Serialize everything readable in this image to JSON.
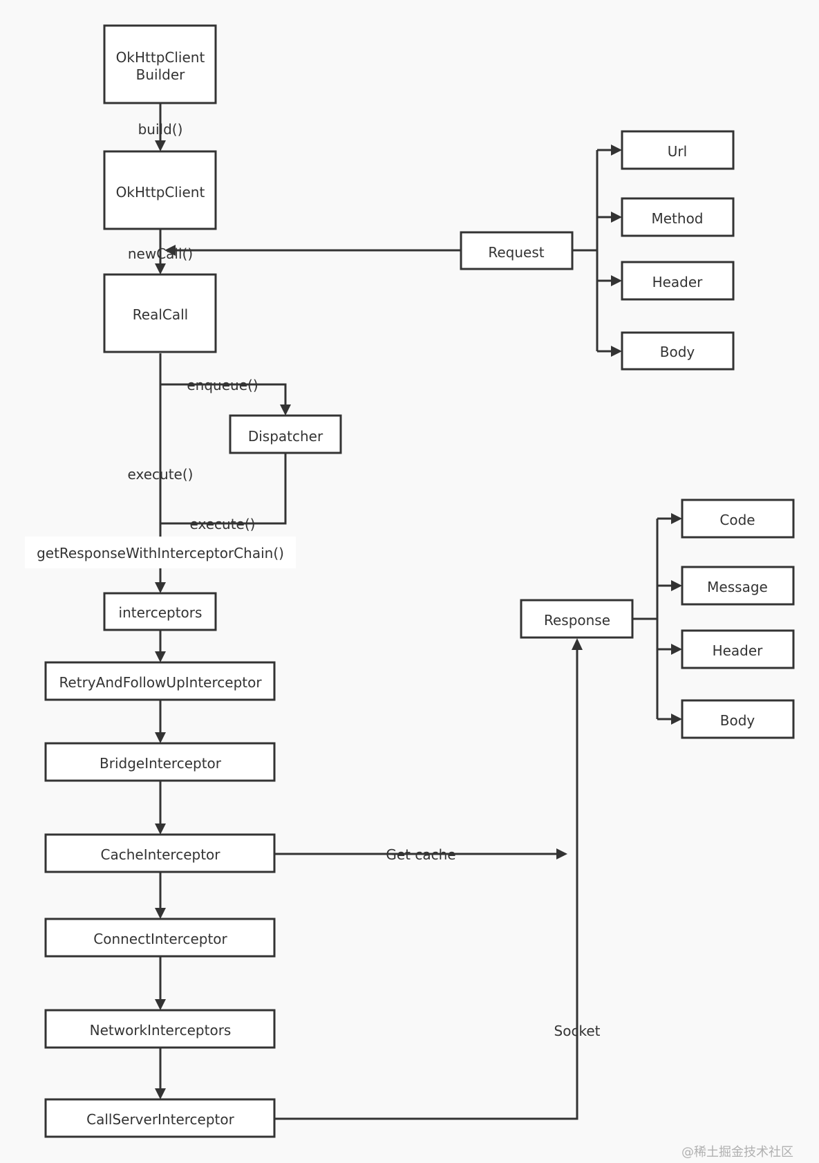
{
  "nodes": {
    "builder": {
      "line1": "OkHttpClient",
      "line2": "Builder"
    },
    "client": "OkHttpClient",
    "realcall": "RealCall",
    "dispatcher": "Dispatcher",
    "request": "Request",
    "url": "Url",
    "method": "Method",
    "req_header": "Header",
    "req_body": "Body",
    "interceptors": "interceptors",
    "retry": "RetryAndFollowUpInterceptor",
    "bridge": "BridgeInterceptor",
    "cache": "CacheInterceptor",
    "connect": "ConnectInterceptor",
    "network": "NetworkInterceptors",
    "callserver": "CallServerInterceptor",
    "response": "Response",
    "code": "Code",
    "message": "Message",
    "res_header": "Header",
    "res_body": "Body"
  },
  "edges": {
    "build": "build()",
    "newcall": "newCall()",
    "enqueue": "enqueue()",
    "execute": "execute()",
    "dispatcher_execute": "execute()",
    "chain": "getResponseWithInterceptorChain()",
    "get_cache": "Get cache",
    "socket": "Socket"
  },
  "watermark": "@稀土掘金技术社区"
}
